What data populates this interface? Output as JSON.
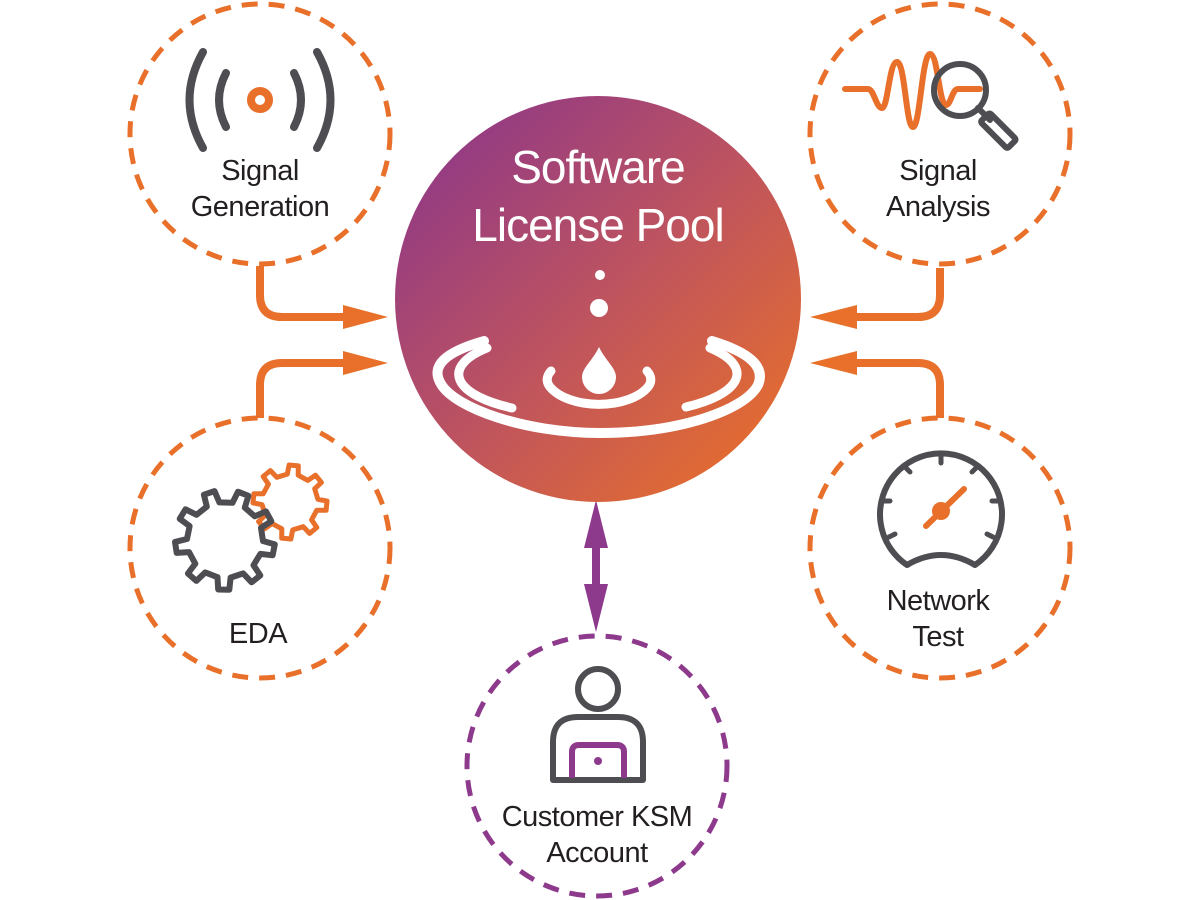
{
  "colors": {
    "orange": "#e8702a",
    "purple": "#8e3a8c",
    "icon_gray": "#4d4d52",
    "text": "#231f20",
    "gradient_start": "#8b3690",
    "gradient_end": "#ea6d24"
  },
  "center": {
    "title_line1": "Software",
    "title_line2": "License Pool",
    "icon": "water-drop-ripple-icon"
  },
  "nodes": [
    {
      "id": "signal-generation",
      "line1": "Signal",
      "line2": "Generation",
      "icon": "broadcast-signal-icon",
      "arrow": "into-pool"
    },
    {
      "id": "signal-analysis",
      "line1": "Signal",
      "line2": "Analysis",
      "icon": "waveform-magnifier-icon",
      "arrow": "into-pool"
    },
    {
      "id": "eda",
      "line1": "EDA",
      "line2": "",
      "icon": "gears-icon",
      "arrow": "into-pool"
    },
    {
      "id": "network-test",
      "line1": "Network",
      "line2": "Test",
      "icon": "speedometer-icon",
      "arrow": "into-pool"
    },
    {
      "id": "customer-ksm-account",
      "line1": "Customer KSM",
      "line2": "Account",
      "icon": "user-laptop-icon",
      "arrow": "bidirectional"
    }
  ]
}
